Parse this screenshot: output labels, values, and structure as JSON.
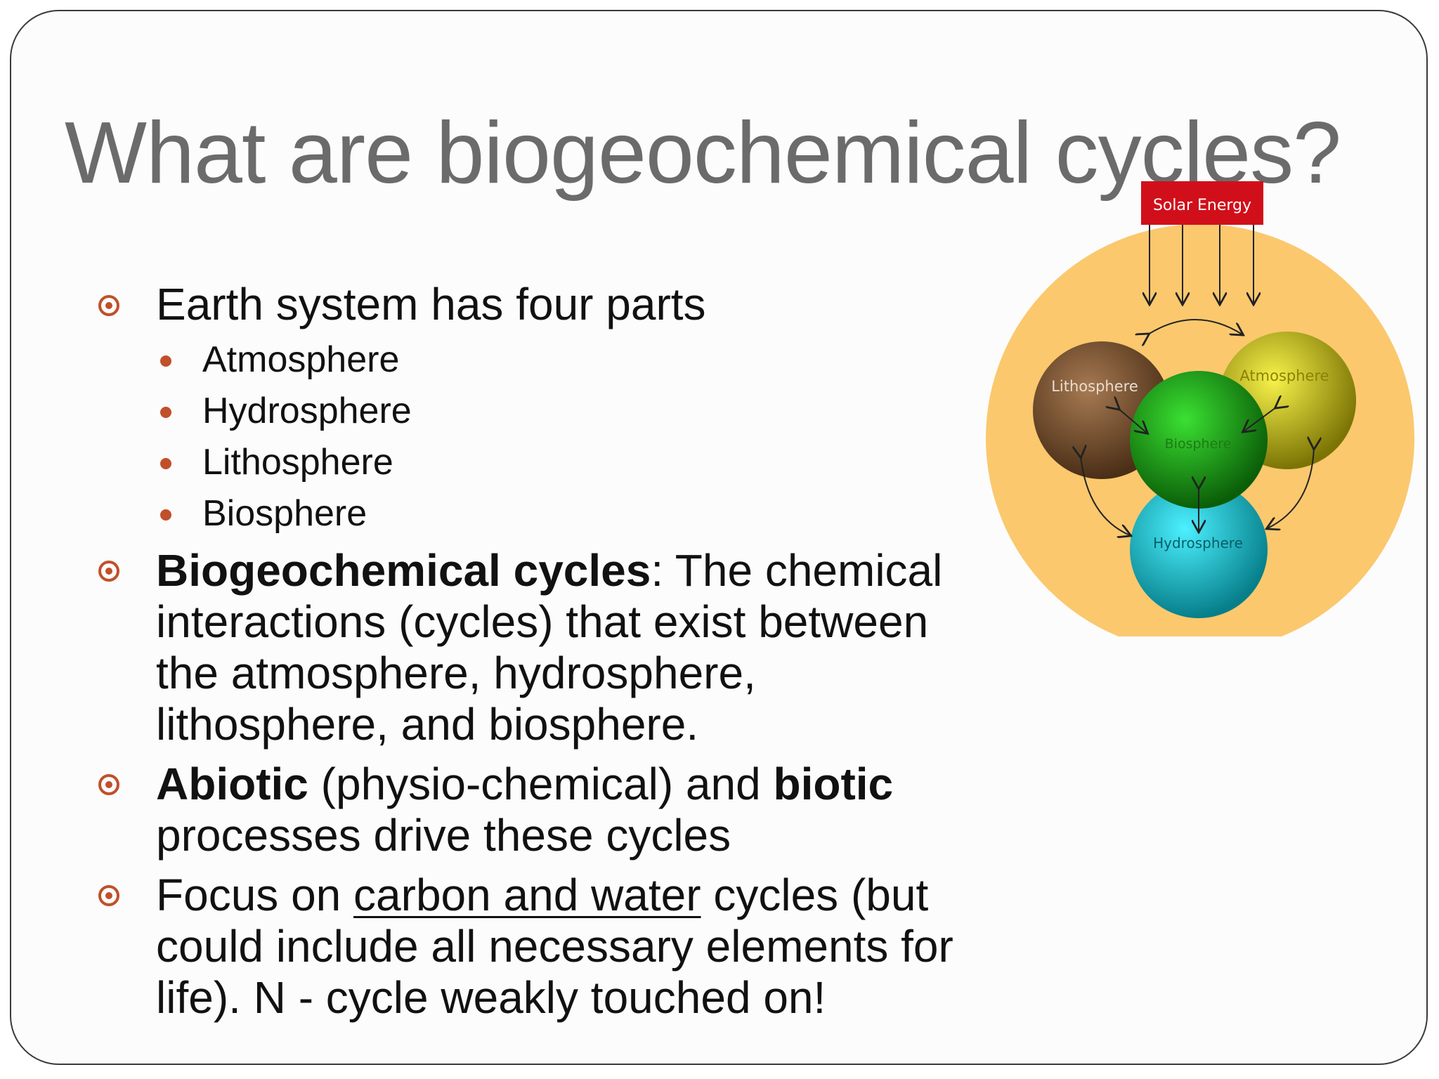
{
  "slide": {
    "title": "What are biogeochemical cycles?",
    "bullet1": {
      "text": "Earth system has four parts",
      "subitems": [
        "Atmosphere",
        "Hydrosphere",
        "Lithosphere",
        "Biosphere"
      ]
    },
    "bullet2": {
      "bold": "Biogeochemical cycles",
      "rest_line1": ": The  chemical",
      "line2": "interactions (cycles) that exist between",
      "line3": "the atmosphere, hydrosphere,",
      "line4": "lithosphere, and biosphere."
    },
    "bullet3": {
      "bold1": "Abiotic",
      "mid": " (physio-chemical) and ",
      "bold2": "biotic",
      "line2": "processes drive these cycles"
    },
    "bullet4": {
      "pre": "Focus on ",
      "underlined": "carbon and water",
      "post": " cycles (but",
      "line2": "could include all necessary elements for",
      "line3": "life). N - cycle weakly touched on!"
    }
  },
  "diagram": {
    "solar_label": "Solar Energy",
    "lithosphere": "Lithosphere",
    "atmosphere": "Atmosphere",
    "biosphere": "Biosphere",
    "hydrosphere": "Hydrosphere",
    "colors": {
      "background_circle": "#fbc86e",
      "solar_box": "#d10f1a",
      "lithosphere": "#7a5230",
      "atmosphere": "#e9e21a",
      "biosphere": "#1fb81a",
      "hydrosphere": "#1fd6e6",
      "bullet_accent": "#c0502a"
    }
  }
}
